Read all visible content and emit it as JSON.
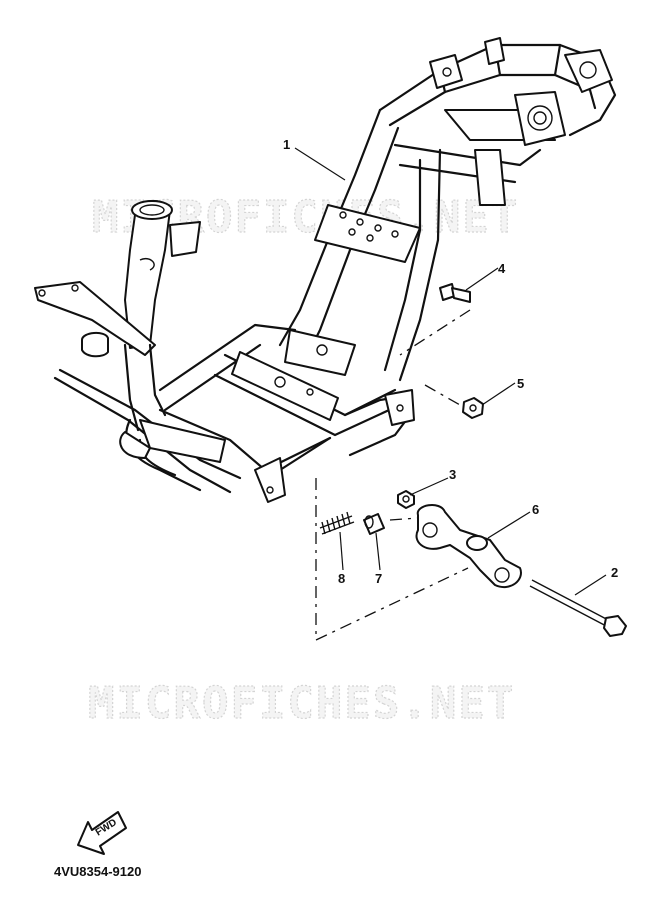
{
  "diagram": {
    "watermark": "MICROFICHES.NET",
    "part_code": "4VU8354-9120",
    "fwd_label": "FWD",
    "callouts": [
      {
        "id": "1",
        "part": "frame"
      },
      {
        "id": "2",
        "part": "long-bolt"
      },
      {
        "id": "3",
        "part": "nut"
      },
      {
        "id": "4",
        "part": "bolt"
      },
      {
        "id": "5",
        "part": "nut"
      },
      {
        "id": "6",
        "part": "stand-bracket"
      },
      {
        "id": "7",
        "part": "collar"
      },
      {
        "id": "8",
        "part": "spring"
      }
    ]
  }
}
